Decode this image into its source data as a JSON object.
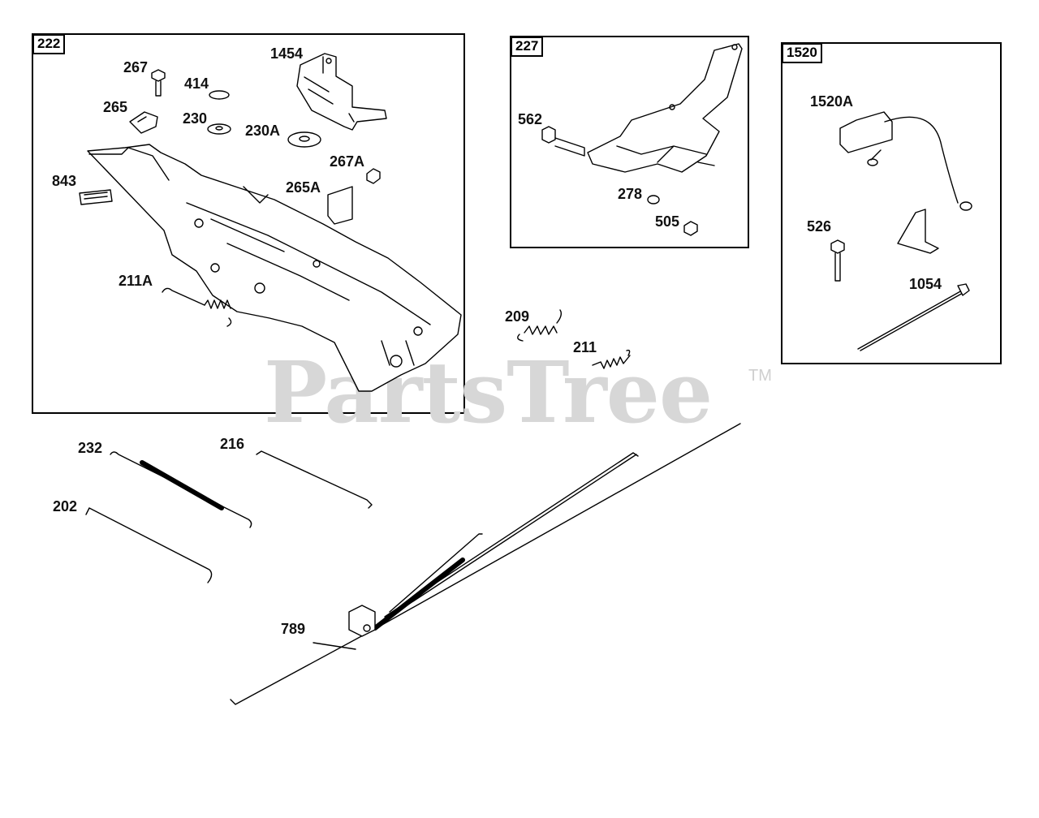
{
  "watermark": {
    "brand": "PartsTree",
    "trademark": "TM"
  },
  "boxes": {
    "b222": "222",
    "b227": "227",
    "b1520": "1520"
  },
  "labels": {
    "p267": "267",
    "p414": "414",
    "p1454": "1454",
    "p265": "265",
    "p230": "230",
    "p230A": "230A",
    "p843": "843",
    "p267A": "267A",
    "p265A": "265A",
    "p211A": "211A",
    "p562": "562",
    "p278": "278",
    "p505": "505",
    "p1520A": "1520A",
    "p526": "526",
    "p1054": "1054",
    "p209": "209",
    "p211": "211",
    "p232": "232",
    "p216": "216",
    "p202": "202",
    "p789": "789"
  },
  "colors": {
    "line": "#000000",
    "watermark": "#d7d7d7"
  }
}
